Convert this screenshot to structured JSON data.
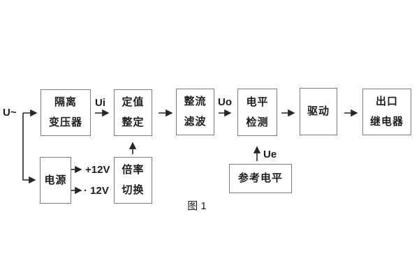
{
  "figure_caption": "图 1",
  "signal_labels": {
    "input": "U~",
    "ui": "Ui",
    "uo": "Uo",
    "ue": "Ue",
    "plus_12v": "+12V",
    "minus_12v": "· 12V"
  },
  "blocks": {
    "isolation_transformer": {
      "line1": "隔离",
      "line2": "变压器"
    },
    "value_setting": {
      "line1": "定值",
      "line2": "整定"
    },
    "rectifier_filter": {
      "line1": "整流",
      "line2": "滤波"
    },
    "level_detector": {
      "line1": "电平",
      "line2": "检测"
    },
    "driver": {
      "line1": "驱动"
    },
    "output_relay": {
      "line1": "出口",
      "line2": "继电器"
    },
    "power_supply": {
      "line1": "电源"
    },
    "ratio_switch": {
      "line1": "倍率",
      "line2": "切换"
    },
    "reference_level": {
      "line1": "参考电平"
    }
  },
  "colors": {
    "background": "#ffffff",
    "box_border": "#7b7b7b",
    "text": "#1d1d1d",
    "connector": "#272727"
  }
}
